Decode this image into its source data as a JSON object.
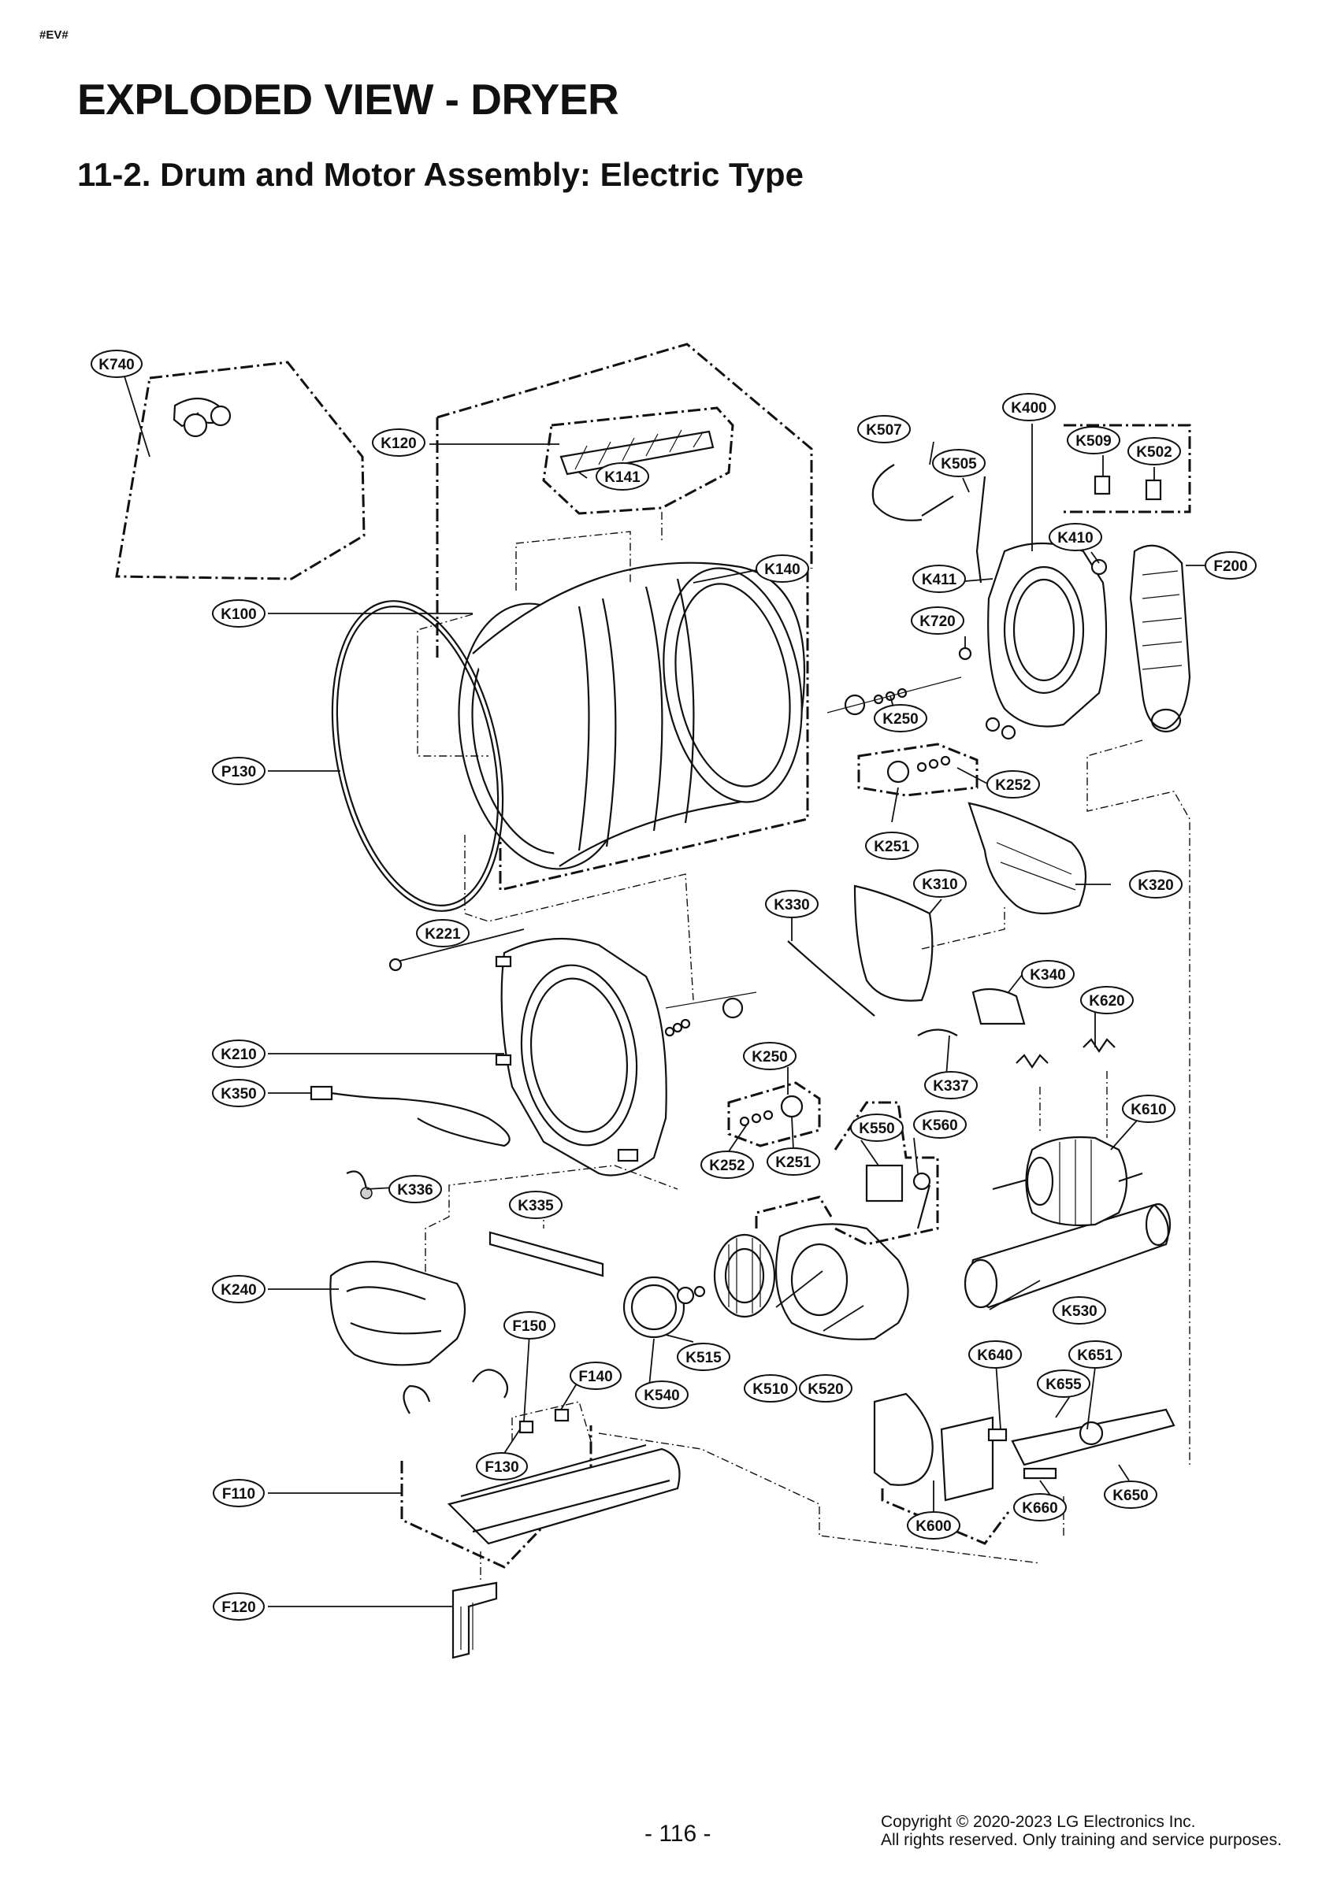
{
  "header": {
    "tag": "#EV#",
    "title": "EXPLODED VIEW - DRYER",
    "subtitle": "11-2. Drum and Motor Assembly: Electric Type"
  },
  "callouts": {
    "K740": "K740",
    "K120": "K120",
    "K141": "K141",
    "K140": "K140",
    "K100": "K100",
    "P130": "P130",
    "K221": "K221",
    "K210": "K210",
    "K350": "K350",
    "K336": "K336",
    "K240": "K240",
    "F110": "F110",
    "F120": "F120",
    "F150": "F150",
    "F140": "F140",
    "F130": "F130",
    "K335": "K335",
    "K540": "K540",
    "K515": "K515",
    "K510": "K510",
    "K520": "K520",
    "K507": "K507",
    "K505": "K505",
    "K400": "K400",
    "K509": "K509",
    "K502": "K502",
    "K410": "K410",
    "F200": "F200",
    "K411": "K411",
    "K720": "K720",
    "K250a": "K250",
    "K252a": "K252",
    "K251a": "K251",
    "K310": "K310",
    "K320": "K320",
    "K330": "K330",
    "K340": "K340",
    "K620": "K620",
    "K337": "K337",
    "K250b": "K250",
    "K252b": "K252",
    "K251b": "K251",
    "K550": "K550",
    "K560": "K560",
    "K610": "K610",
    "K530": "K530",
    "K640": "K640",
    "K651": "K651",
    "K655": "K655",
    "K600": "K600",
    "K660": "K660",
    "K650": "K650"
  },
  "footer": {
    "page_number": "- 116 -",
    "copyright_line1": "Copyright © 2020-2023  LG Electronics Inc.",
    "copyright_line2": "All rights reserved. Only training and service purposes."
  }
}
